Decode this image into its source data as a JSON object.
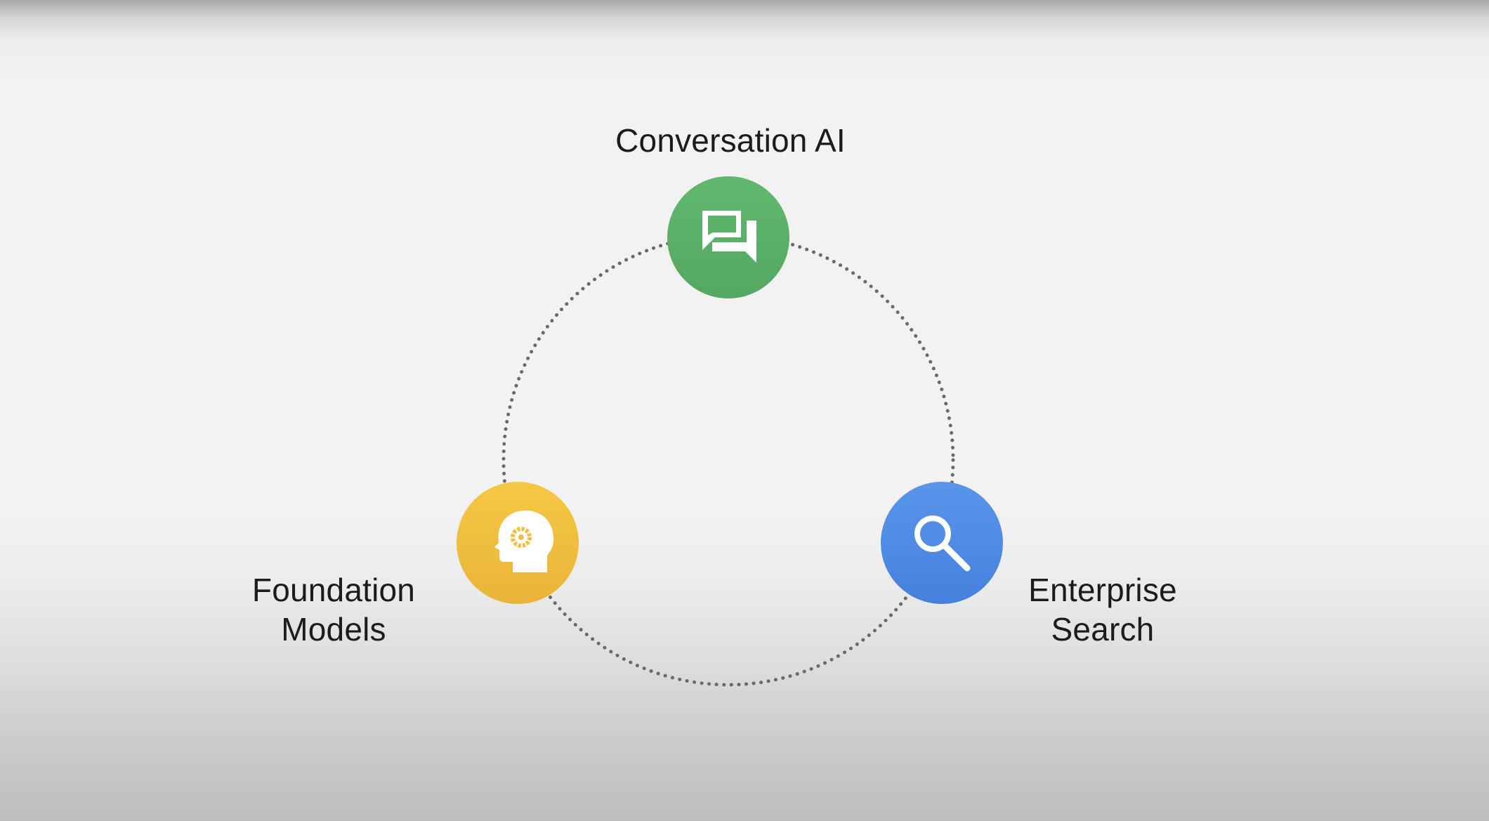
{
  "nodes": [
    {
      "id": "conversation-ai",
      "label": "Conversation AI",
      "color": "#5bb268",
      "icon": "chat-bubbles-icon"
    },
    {
      "id": "foundation-models",
      "label_lines": [
        "Foundation",
        "Models"
      ],
      "color": "#f2c13e",
      "icon": "head-gear-icon"
    },
    {
      "id": "enterprise-search",
      "label_lines": [
        "Enterprise",
        "Search"
      ],
      "color": "#4f8ae3",
      "icon": "magnifier-icon"
    }
  ],
  "ring": {
    "style": "dotted",
    "color": "#6a6a6a"
  }
}
